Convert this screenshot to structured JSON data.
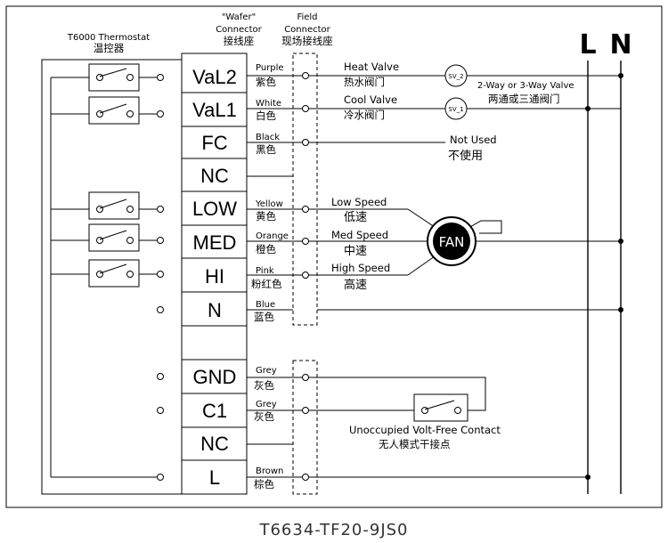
{
  "thermostat": {
    "title_en": "T6000 Thermostat",
    "title_cn": "温控器"
  },
  "wafer": {
    "title_line1": "\"Wafer\"",
    "title_line2": "Connector",
    "title_cn": "接线座"
  },
  "field": {
    "title_line1": "Field",
    "title_line2": "Connector",
    "title_cn": "现场接线座"
  },
  "supply": {
    "L": "L",
    "N": "N"
  },
  "terminals": [
    {
      "label": "VaL2",
      "color_en": "Purple",
      "color_cn": "紫色"
    },
    {
      "label": "VaL1",
      "color_en": "White",
      "color_cn": "白色"
    },
    {
      "label": "FC",
      "color_en": "Black",
      "color_cn": "黑色"
    },
    {
      "label": "NC",
      "color_en": "",
      "color_cn": ""
    },
    {
      "label": "LOW",
      "color_en": "Yellow",
      "color_cn": "黄色"
    },
    {
      "label": "MED",
      "color_en": "Orange",
      "color_cn": "橙色"
    },
    {
      "label": "HI",
      "color_en": "Pink",
      "color_cn": "粉红色"
    },
    {
      "label": "N",
      "color_en": "Blue",
      "color_cn": "蓝色"
    },
    {
      "label": "GND",
      "color_en": "Grey",
      "color_cn": "灰色"
    },
    {
      "label": "C1",
      "color_en": "Grey",
      "color_cn": "灰色"
    },
    {
      "label": "NC",
      "color_en": "",
      "color_cn": ""
    },
    {
      "label": "L",
      "color_en": "Brown",
      "color_cn": "棕色"
    }
  ],
  "loads": {
    "heat_valve_en": "Heat Valve",
    "heat_valve_cn": "热水阀门",
    "cool_valve_en": "Cool Valve",
    "cool_valve_cn": "冷水阀门",
    "sv2": "SV_2",
    "sv1": "SV_1",
    "valve_type_en": "2-Way or 3-Way Valve",
    "valve_type_cn": "两通或三通阀门",
    "not_used_en": "Not Used",
    "not_used_cn": "不使用",
    "low_en": "Low Speed",
    "low_cn": "低速",
    "med_en": "Med Speed",
    "med_cn": "中速",
    "high_en": "High Speed",
    "high_cn": "高速",
    "fan": "FAN",
    "contact_en": "Unoccupied Volt-Free Contact",
    "contact_cn": "无人模式干接点"
  },
  "model": "T6634-TF20-9JS0"
}
